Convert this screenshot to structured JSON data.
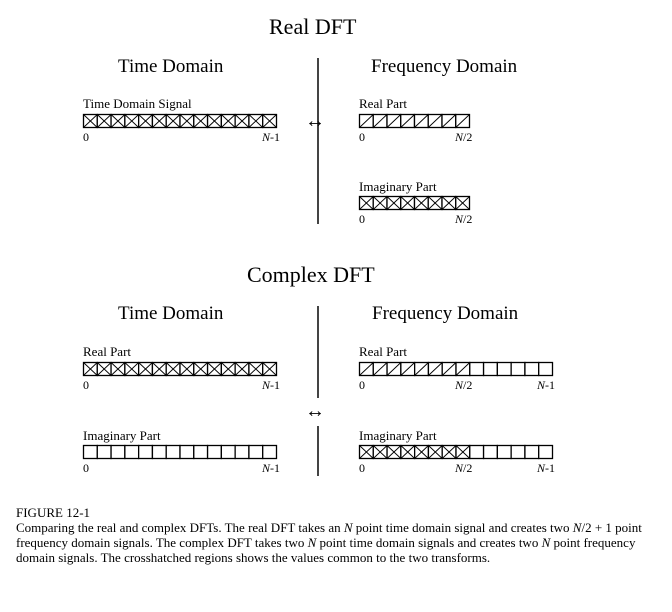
{
  "real": {
    "title": "Real DFT",
    "time_heading": "Time Domain",
    "freq_heading": "Frequency Domain",
    "time_signal_label": "Time Domain Signal",
    "time_tick_start": "0",
    "time_tick_end_var": "N",
    "time_tick_end_suffix": "-1",
    "real_part_label": "Real Part",
    "real_tick_start": "0",
    "real_tick_end_var": "N",
    "real_tick_end_suffix": "/2",
    "imag_part_label": "Imaginary Part",
    "imag_tick_start": "0",
    "imag_tick_end_var": "N",
    "imag_tick_end_suffix": "/2",
    "arrow": "↔"
  },
  "complex": {
    "title": "Complex DFT",
    "time_heading": "Time Domain",
    "freq_heading": "Frequency Domain",
    "time_real_label": "Real Part",
    "time_real_tick_start": "0",
    "time_real_tick_end_var": "N",
    "time_real_tick_end_suffix": "-1",
    "time_imag_label": "Imaginary Part",
    "time_imag_tick_start": "0",
    "time_imag_tick_end_var": "N",
    "time_imag_tick_end_suffix": "-1",
    "freq_real_label": "Real Part",
    "freq_real_tick_start": "0",
    "freq_real_tick_mid_var": "N",
    "freq_real_tick_mid_suffix": "/2",
    "freq_real_tick_end_var": "N",
    "freq_real_tick_end_suffix": "-1",
    "freq_imag_label": "Imaginary Part",
    "freq_imag_tick_start": "0",
    "freq_imag_tick_mid_var": "N",
    "freq_imag_tick_mid_suffix": "/2",
    "freq_imag_tick_end_var": "N",
    "freq_imag_tick_end_suffix": "-1",
    "arrow": "↔"
  },
  "caption": {
    "figure_number": "FIGURE 12-1",
    "part1": "Comparing the real and complex DFTs.  The real DFT takes an ",
    "var1": "N",
    "part2": " point time domain signal and creates two ",
    "var2": "N",
    "part3": "/2 + 1 point frequency domain signals.  The complex DFT takes two ",
    "var3": "N",
    "part4": " point time domain signals and creates two ",
    "var4": "N",
    "part5": " point frequency domain signals.  The crosshatched regions shows the values common to the two transforms."
  }
}
